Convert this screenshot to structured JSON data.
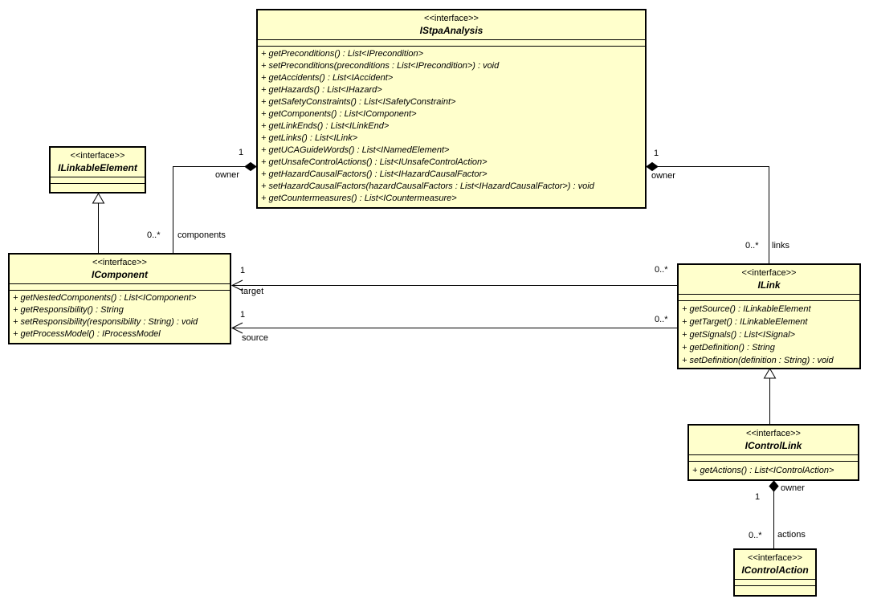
{
  "diagram": {
    "colors": {
      "class_fill": "#FFFFCC",
      "stroke": "#000000",
      "background": "#FFFFFF"
    },
    "classes": {
      "stpa": {
        "stereotype": "<<interface>>",
        "name": "IStpaAnalysis",
        "methods": [
          "+ getPreconditions() : List<IPrecondition>",
          "+ setPreconditions(preconditions : List<IPrecondition>) : void",
          "+ getAccidents() : List<IAccident>",
          "+ getHazards() : List<IHazard>",
          "+ getSafetyConstraints() : List<ISafetyConstraint>",
          "+ getComponents() : List<IComponent>",
          "+ getLinkEnds() : List<ILinkEnd>",
          "+ getLinks() : List<ILink>",
          "+ getUCAGuideWords() : List<INamedElement>",
          "+ getUnsafeControlActions() : List<IUnsafeControlAction>",
          "+ getHazardCausalFactors() : List<IHazardCausalFactor>",
          "+ setHazardCausalFactors(hazardCausalFactors : List<IHazardCausalFactor>) : void",
          "+ getCountermeasures() : List<ICountermeasure>"
        ]
      },
      "linkable": {
        "stereotype": "<<interface>>",
        "name": "ILinkableElement",
        "methods": []
      },
      "component": {
        "stereotype": "<<interface>>",
        "name": "IComponent",
        "methods": [
          "+ getNestedComponents() : List<IComponent>",
          "+ getResponsibility() : String",
          "+ setResponsibility(responsibility : String) : void",
          "+ getProcessModel() : IProcessModel"
        ]
      },
      "link": {
        "stereotype": "<<interface>>",
        "name": "ILink",
        "methods": [
          "+ getSource() : ILinkableElement",
          "+ getTarget() : ILinkableElement",
          "+ getSignals() : List<ISignal>",
          "+ getDefinition() : String",
          "+ setDefinition(definition : String) : void"
        ]
      },
      "controllink": {
        "stereotype": "<<interface>>",
        "name": "IControlLink",
        "methods": [
          "+ getActions() : List<IControlAction>"
        ]
      },
      "controlaction": {
        "stereotype": "<<interface>>",
        "name": "IControlAction",
        "methods": []
      }
    },
    "labels": {
      "components_owner_mult": "1",
      "components_owner_role": "owner",
      "components_mult": "0..*",
      "components_role": "components",
      "links_owner_mult": "1",
      "links_owner_role": "owner",
      "links_mult": "0..*",
      "links_role": "links",
      "target_mult_component": "1",
      "target_role": "target",
      "target_mult_link": "0..*",
      "source_mult_component": "1",
      "source_role": "source",
      "source_mult_link": "0..*",
      "actions_owner_mult": "1",
      "actions_owner_role": "owner",
      "actions_mult": "0..*",
      "actions_role": "actions"
    }
  }
}
